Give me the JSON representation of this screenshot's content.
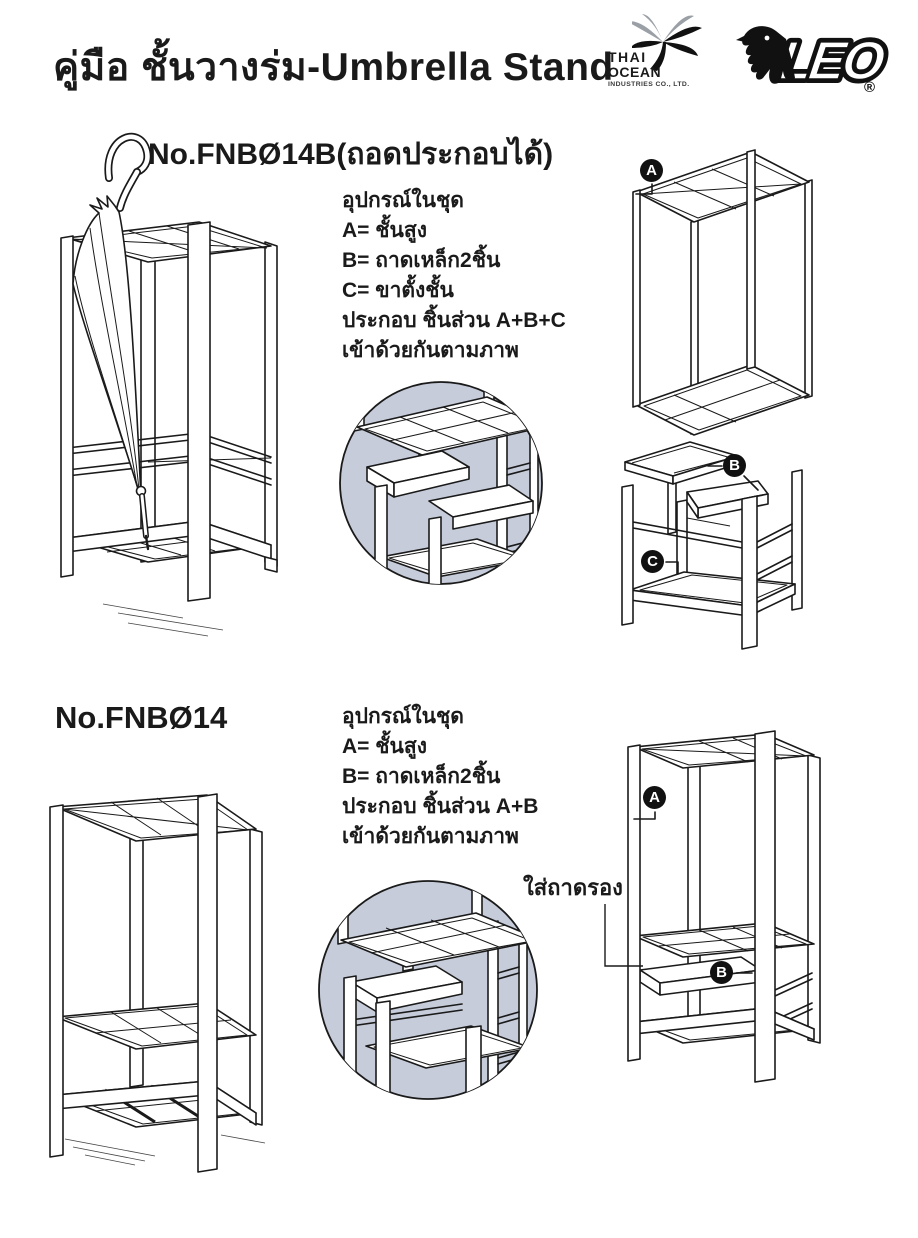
{
  "page": {
    "title": "คู่มือ ชั้นวางร่ม-Umbrella Stand"
  },
  "logos": {
    "thai_ocean": {
      "name_line1": "THAI",
      "name_line2": "OCEAN",
      "subtitle": "INDUSTRIES CO., LTD."
    },
    "leo": {
      "text": "LEO",
      "registered": "®"
    }
  },
  "colors": {
    "ink": "#1a1a1a",
    "detail_circle_fill": "#c6ccda",
    "badge_bg": "#111111",
    "badge_text": "#ffffff",
    "palm_gray": "#9aa0a6"
  },
  "sections": [
    {
      "model": "No.FNBØ14B(ถอดประกอบได้)",
      "parts_header": "อุปกรณ์ในชุด",
      "parts": [
        "A= ชั้นสูง",
        "B= ถาดเหล็ก2ชิ้น",
        "C= ขาตั้งชั้น"
      ],
      "assembly_line1": "ประกอบ ชิ้นส่วน A+B+C",
      "assembly_line2": "เข้าด้วยกันตามภาพ",
      "badges": [
        "A",
        "B",
        "C"
      ]
    },
    {
      "model": "No.FNBØ14",
      "parts_header": "อุปกรณ์ในชุด",
      "parts": [
        "A= ชั้นสูง",
        "B= ถาดเหล็ก2ชิ้น"
      ],
      "assembly_line1": "ประกอบ ชิ้นส่วน A+B",
      "assembly_line2": "เข้าด้วยกันตามภาพ",
      "note": "ใส่ถาดรอง",
      "badges": [
        "A",
        "B"
      ]
    }
  ]
}
